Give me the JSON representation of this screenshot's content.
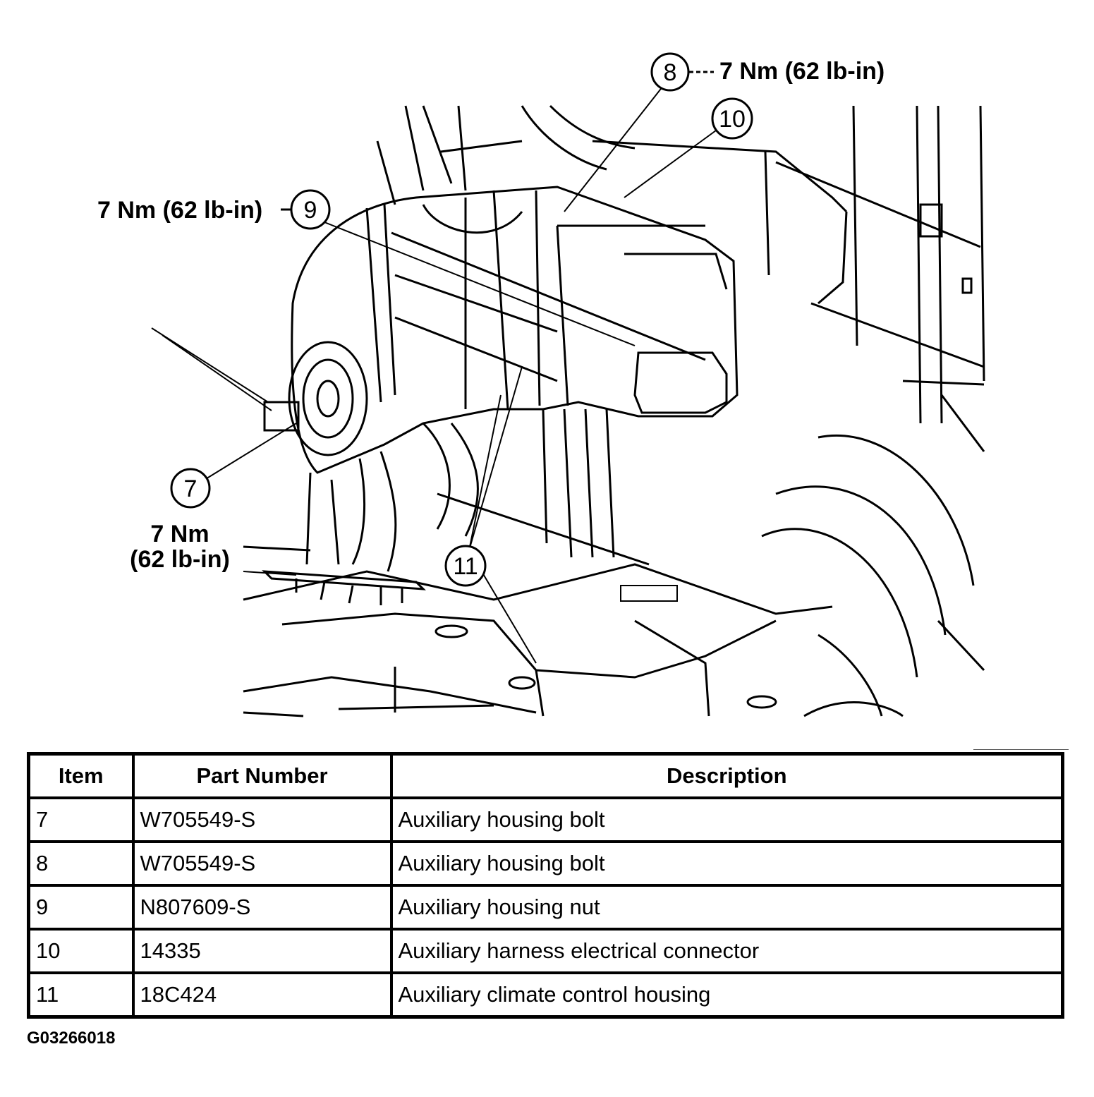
{
  "diagram": {
    "callouts": [
      {
        "num": "7",
        "torque_line1": "7 Nm",
        "torque_line2": "(62 lb-in)"
      },
      {
        "num": "8",
        "torque": "7 Nm (62 lb-in)"
      },
      {
        "num": "9",
        "torque": "7 Nm (62 lb-in)"
      },
      {
        "num": "10"
      },
      {
        "num": "11"
      }
    ]
  },
  "table": {
    "headers": [
      "Item",
      "Part Number",
      "Description"
    ],
    "rows": [
      {
        "item": "7",
        "part": "W705549-S",
        "desc": "Auxiliary housing bolt"
      },
      {
        "item": "8",
        "part": "W705549-S",
        "desc": "Auxiliary housing bolt"
      },
      {
        "item": "9",
        "part": "N807609-S",
        "desc": "Auxiliary housing nut"
      },
      {
        "item": "10",
        "part": "14335",
        "desc": "Auxiliary harness electrical connector"
      },
      {
        "item": "11",
        "part": "18C424",
        "desc": "Auxiliary climate control housing"
      }
    ]
  },
  "figure_code": "G03266018"
}
